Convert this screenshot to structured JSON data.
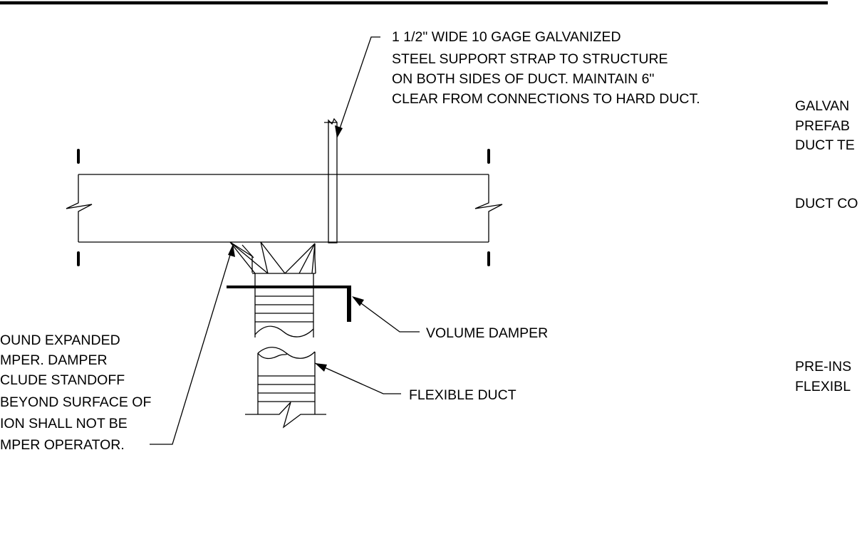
{
  "labels": {
    "support_strap": [
      "1 1/2\" WIDE 10 GAGE GALVANIZED",
      "STEEL SUPPORT STRAP TO STRUCTURE",
      "ON BOTH SIDES OF DUCT. MAINTAIN 6\"",
      "CLEAR FROM CONNECTIONS TO HARD DUCT."
    ],
    "volume_damper": "VOLUME DAMPER",
    "flexible_duct": "FLEXIBLE DUCT",
    "left_note": [
      "OUND EXPANDED",
      "MPER. DAMPER",
      "CLUDE STANDOFF",
      "BEYOND SURFACE OF",
      "ION SHALL NOT BE",
      "MPER OPERATOR."
    ],
    "right_galvanized": [
      "GALVAN",
      "PREFAB",
      "DUCT TE"
    ],
    "right_duct_connection": "DUCT CO",
    "right_pre_insulated": [
      "PRE-INS",
      "FLEXIBL"
    ]
  },
  "colors": {
    "line": "#000000",
    "background": "#ffffff"
  }
}
